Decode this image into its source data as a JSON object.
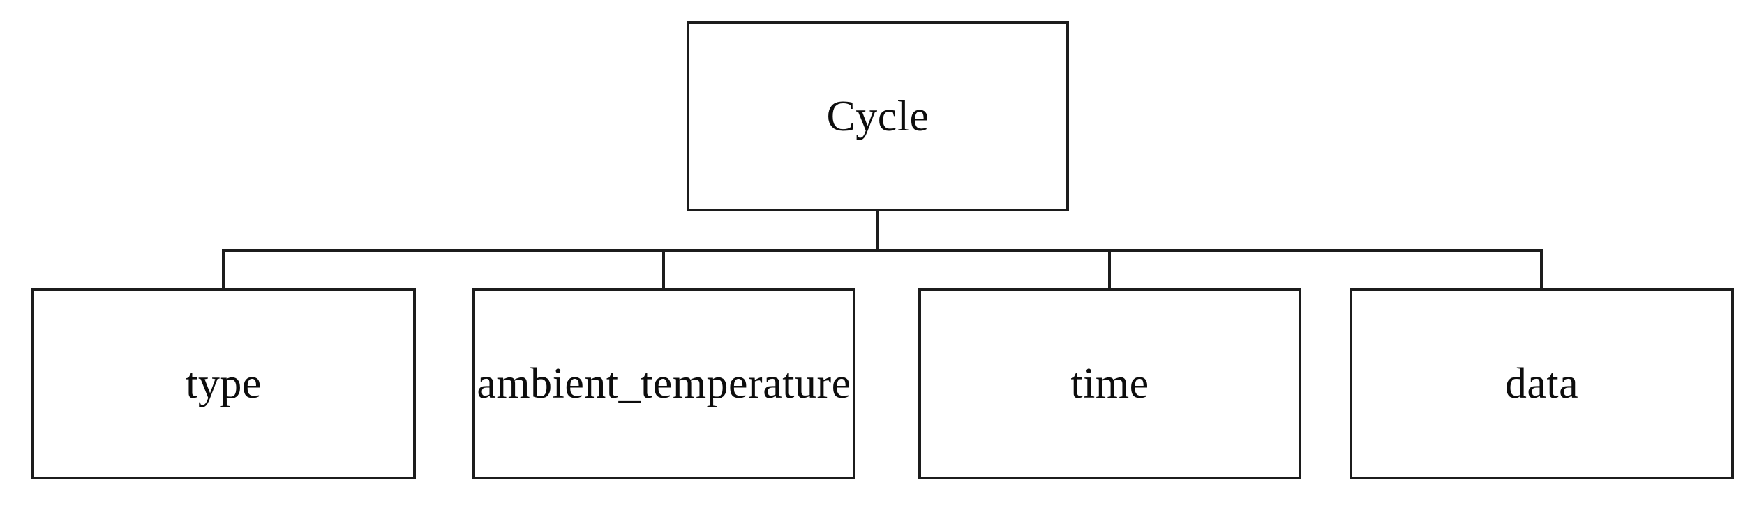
{
  "diagram": {
    "type": "tree",
    "root": {
      "label": "Cycle"
    },
    "children": [
      {
        "label": "type"
      },
      {
        "label": "ambient_temperature"
      },
      {
        "label": "time"
      },
      {
        "label": "data"
      }
    ],
    "colors": {
      "line": "#1c1c1c",
      "background": "#ffffff",
      "text": "#0d0d0d"
    }
  }
}
